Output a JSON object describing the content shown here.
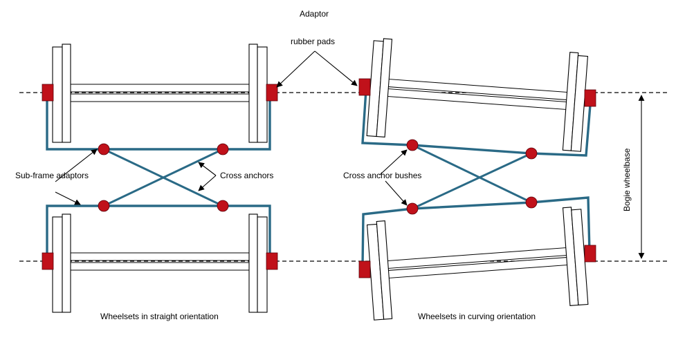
{
  "labels": {
    "adaptor": "Adaptor",
    "rubber_pads": "rubber pads",
    "sub_frame_adaptors": "Sub-frame adaptors",
    "cross_anchors": "Cross anchors",
    "cross_anchor_bushes": "Cross anchor bushes",
    "bogie_wheelbase": "Bogie wheelbase",
    "straight_caption": "Wheelsets in straight orientation",
    "curving_caption": "Wheelsets in curving orientation"
  },
  "colors": {
    "frame": "#2a6a86",
    "pads_and_bushes": "#c0111a"
  }
}
